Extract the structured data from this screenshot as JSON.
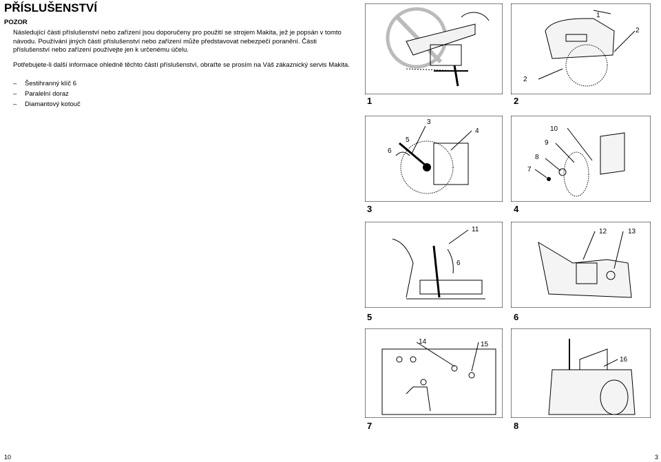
{
  "header": {
    "title": "PŘÍSLUŠENSTVÍ"
  },
  "warning": {
    "label": "POZOR",
    "para1": "Následující části příslušenství nebo zařízení jsou doporučeny pro použití se strojem Makita, jež je popsán v tomto návodu. Používání jiných částí příslušenství nebo zařízení může představovat nebezpečí poranění. Části příslušenství nebo zařízení používejte jen k určenému účelu.",
    "para2": "Potřebujete-li další informace ohledně těchto částí příslušenství, obraťte se prosím na Váš zákaznický servis Makita."
  },
  "accessories": {
    "dash": "–",
    "items": [
      "Šestihranný klíč 6",
      "Paralelní doraz",
      "Diamantový kotouč"
    ]
  },
  "figures": [
    {
      "number": "1",
      "callouts": []
    },
    {
      "number": "2",
      "callouts": [
        "1",
        "2",
        "2"
      ]
    },
    {
      "number": "3",
      "callouts": [
        "3",
        "4",
        "5",
        "6"
      ]
    },
    {
      "number": "4",
      "callouts": [
        "10",
        "9",
        "8",
        "7"
      ]
    },
    {
      "number": "5",
      "callouts": [
        "11",
        "6"
      ]
    },
    {
      "number": "6",
      "callouts": [
        "12",
        "13"
      ]
    },
    {
      "number": "7",
      "callouts": [
        "14",
        "15"
      ]
    },
    {
      "number": "8",
      "callouts": [
        "16"
      ]
    }
  ],
  "page_numbers": {
    "left": "10",
    "right": "3"
  }
}
